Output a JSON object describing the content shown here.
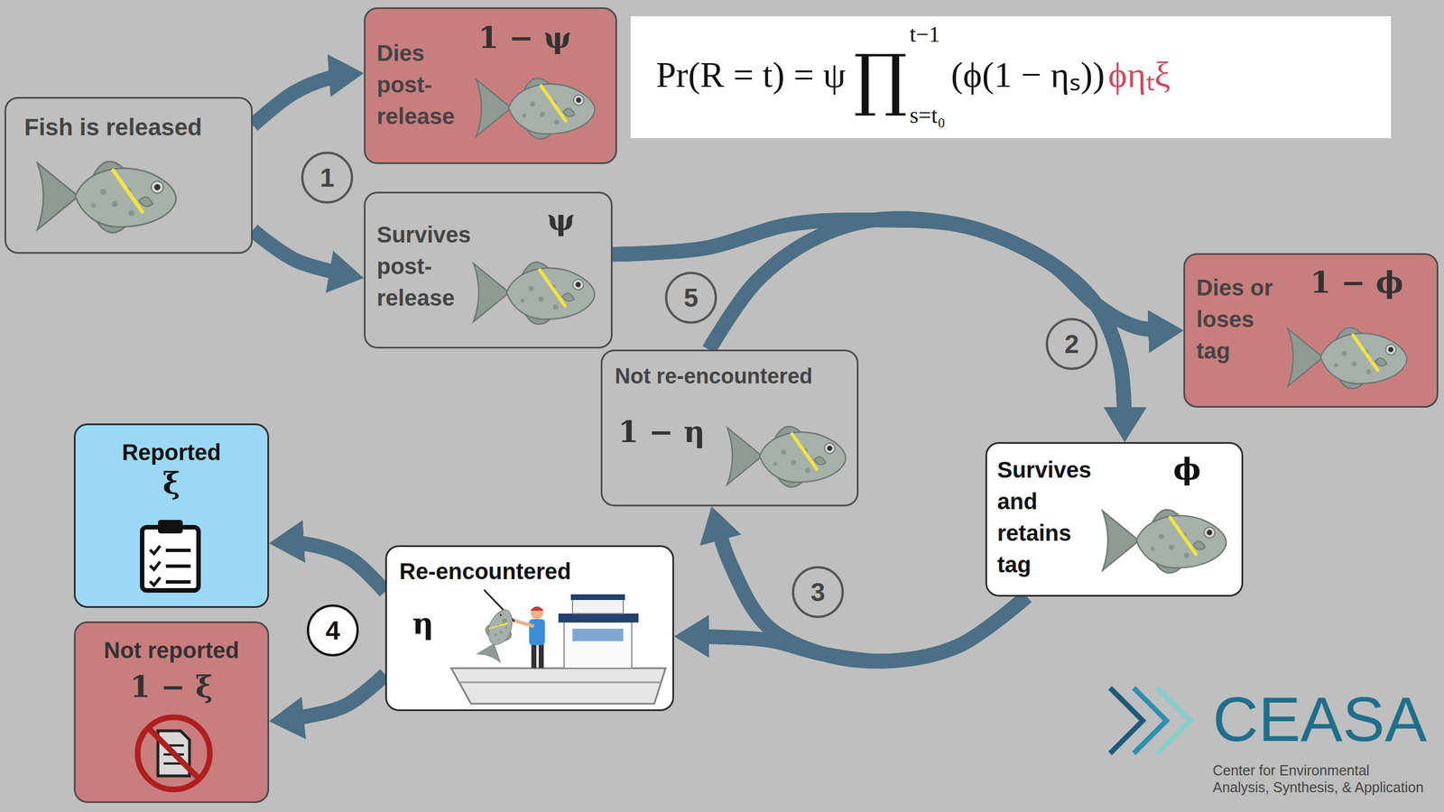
{
  "diagram": {
    "nodes": [
      {
        "text": [
          "Fish is released"
        ]
      },
      {
        "text": [
          "Dies post-release",
          "1 − ψ"
        ]
      },
      {
        "text": [
          "Survives post-release",
          "ψ"
        ]
      },
      {
        "text": [
          "Dies or loses tag",
          "1 − ϕ"
        ]
      },
      {
        "text": [
          "Survives and retains tag",
          "ϕ"
        ]
      },
      {
        "text": [
          "Re-encountered",
          "η"
        ]
      },
      {
        "text": [
          "Not re-encountered",
          "1 − η"
        ]
      },
      {
        "text": [
          "Reported",
          "ξ"
        ]
      },
      {
        "text": [
          "Not reported",
          "1 − ξ"
        ]
      },
      {
        "text": [
          "Pr(R = t) = ψ",
          "∏",
          "t−1",
          "s=t₀",
          "(ϕ(1 − ηₛ))",
          "ϕηₜξ"
        ]
      }
    ],
    "edges": [
      {
        "from": 0,
        "to": 1,
        "arrow": "to"
      },
      {
        "from": 0,
        "to": 2,
        "arrow": "to"
      },
      {
        "from": 2,
        "to": 3,
        "arrow": "to"
      },
      {
        "from": 2,
        "to": 4,
        "arrow": "to"
      },
      {
        "from": 6,
        "to": 3,
        "arrow": "to"
      },
      {
        "from": 6,
        "to": 4,
        "arrow": "to"
      },
      {
        "from": 4,
        "to": 5,
        "arrow": "to"
      },
      {
        "from": 4,
        "to": 6,
        "arrow": "to"
      },
      {
        "from": 5,
        "to": 7,
        "arrow": "to"
      },
      {
        "from": 5,
        "to": 8,
        "arrow": "to"
      }
    ],
    "labels": [
      "1",
      "2",
      "3",
      "4",
      "5",
      "CEASA",
      "Center for Environmental",
      "Analysis, Synthesis, & Application"
    ]
  }
}
